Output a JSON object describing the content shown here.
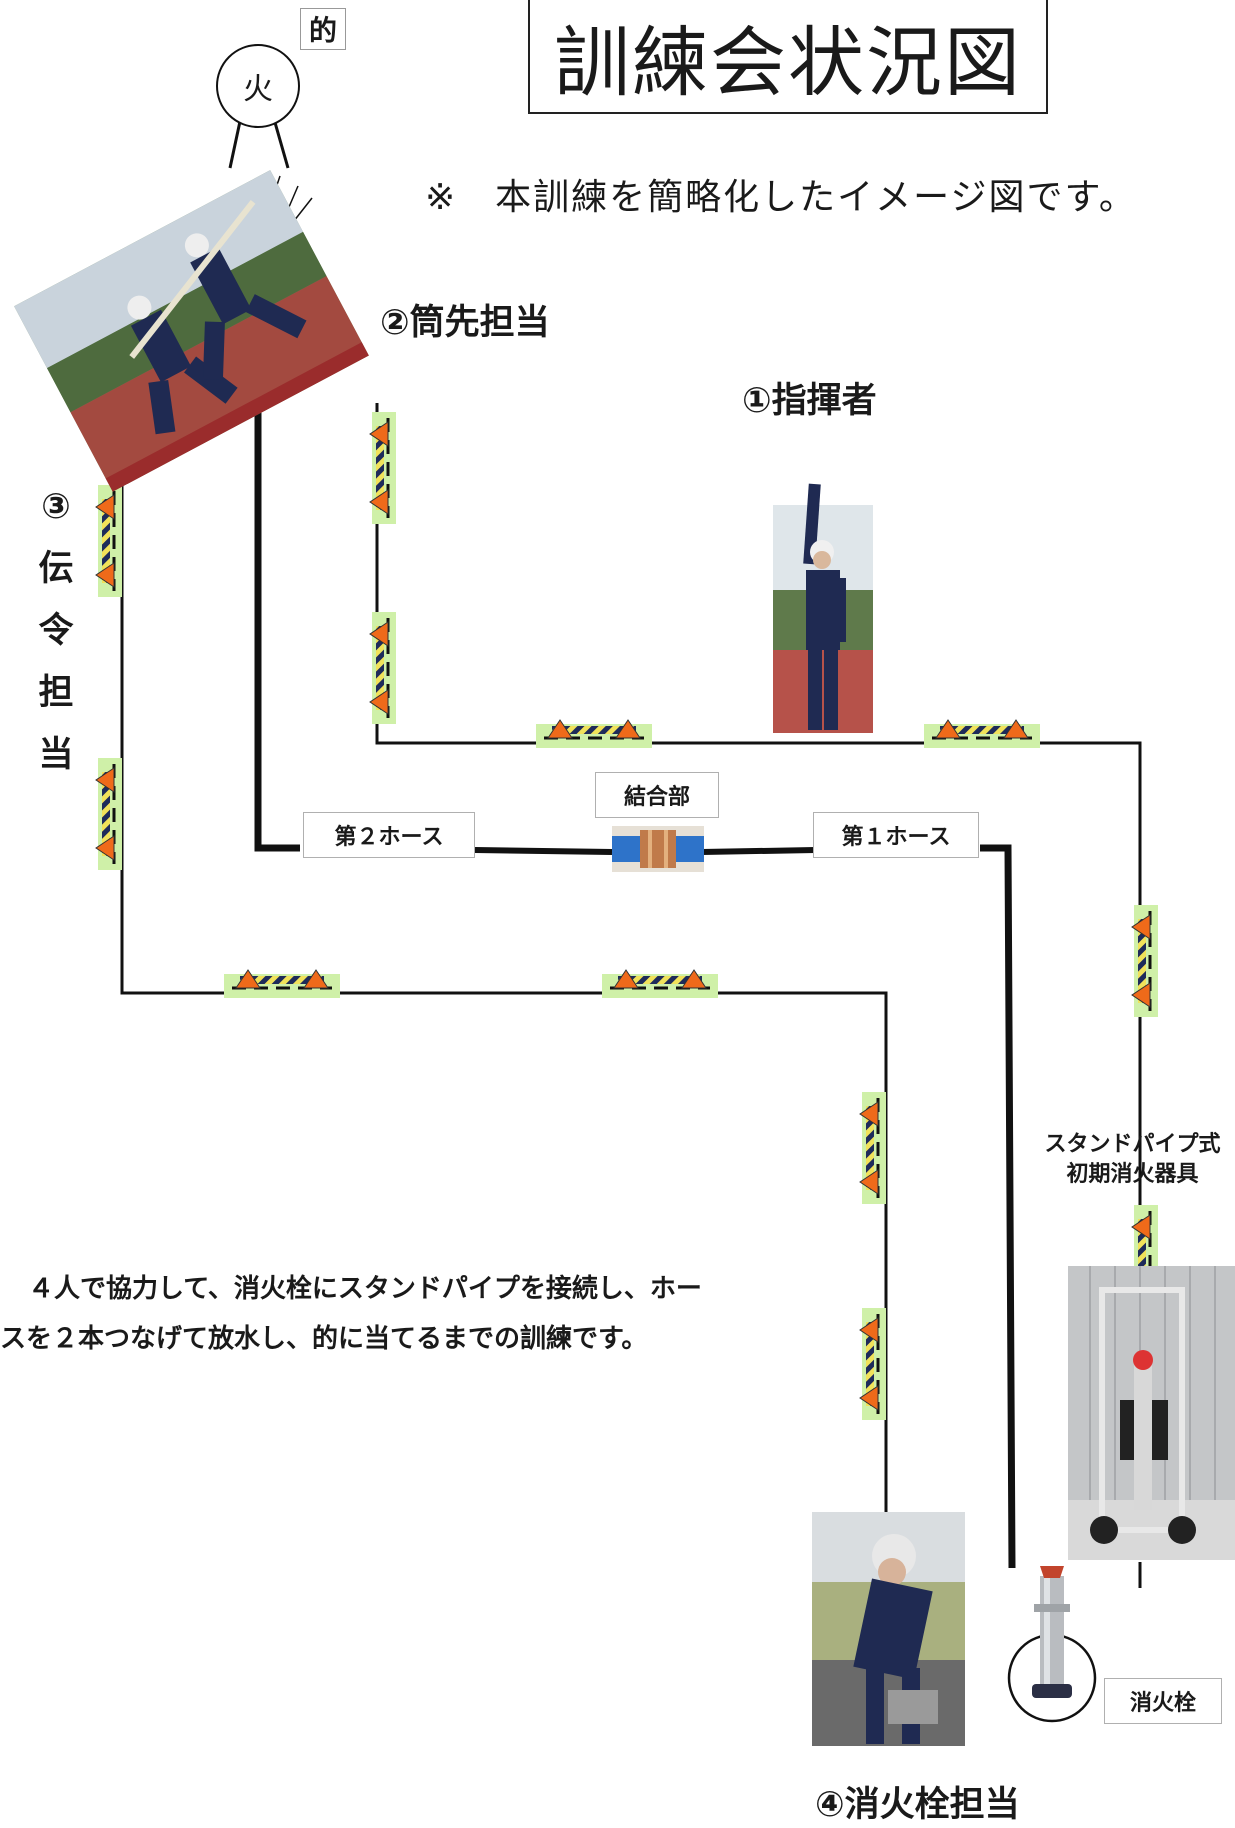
{
  "title": "訓練会状況図",
  "note": "※　本訓練を簡略化したイメージ図です。",
  "target": {
    "glyph": "火",
    "label": "的"
  },
  "roles": {
    "commander": "①指揮者",
    "nozzle": "②筒先担当",
    "messenger_num": "③",
    "messenger_chars": [
      "伝",
      "令",
      "担",
      "当"
    ],
    "hydrant_operator": "④消火栓担当"
  },
  "hose_labels": {
    "second": "第２ホース",
    "first": "第１ホース",
    "coupling": "結合部"
  },
  "equipment": {
    "standpipe_line1": "スタンドパイプ式",
    "standpipe_line2": "初期消火器具",
    "hydrant": "消火栓"
  },
  "description": {
    "line1": "　４人で協力して、消火栓にスタンドパイプを接続し、ホー",
    "line2": "スを２本つなげて放水し、的に当てるまでの訓練です。"
  },
  "colors": {
    "flag_orange": "#ef6a1a",
    "flag_green": "#cff0a8",
    "uniform_navy": "#1f2a52",
    "track_red": "#b0433b"
  }
}
